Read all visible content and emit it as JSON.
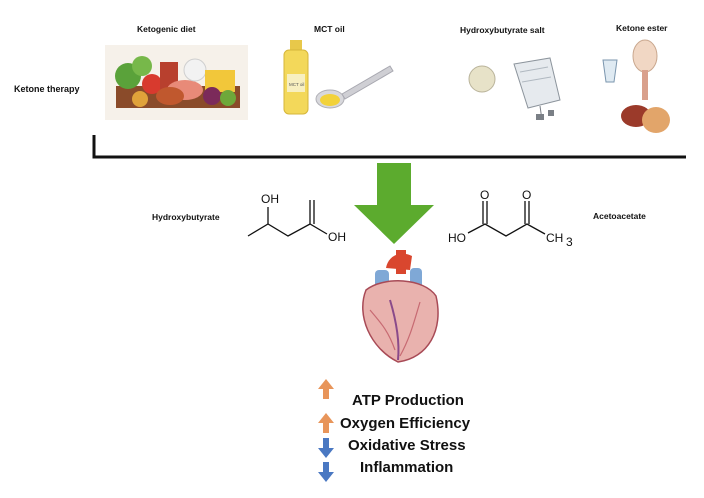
{
  "therapy_label": "Ketone therapy",
  "sources": [
    {
      "label": "Ketogenic diet",
      "icon": "food-basket-icon"
    },
    {
      "label": "MCT oil",
      "icon": "oil-bottle-spoon-icon"
    },
    {
      "label": "Hydroxybutyrate salt",
      "icon": "salt-pill-bag-icon"
    },
    {
      "label": "Ketone ester",
      "icon": "drink-digestive-system-icon"
    }
  ],
  "bottle_label": "MCT oil",
  "molecules": {
    "left": {
      "name": "Hydroxybutyrate",
      "atom_top": "OH",
      "atom_end": "OH"
    },
    "right": {
      "name": "Acetoacetate",
      "atom_start": "HO",
      "atom_o1": "O",
      "atom_o2": "O",
      "atom_ch": "CH",
      "atom_sub": "3"
    }
  },
  "heart_icon": "heart-icon",
  "effects": [
    {
      "label": "ATP Production",
      "direction": "up"
    },
    {
      "label": "Oxygen Efficiency",
      "direction": "up"
    },
    {
      "label": "Oxidative Stress",
      "direction": "down"
    },
    {
      "label": "Inflammation",
      "direction": "down"
    }
  ],
  "colors": {
    "up_arrow": "#e8955a",
    "down_arrow": "#4a78c2",
    "main_arrow": "#5cab2e",
    "bracket": "#111111"
  }
}
